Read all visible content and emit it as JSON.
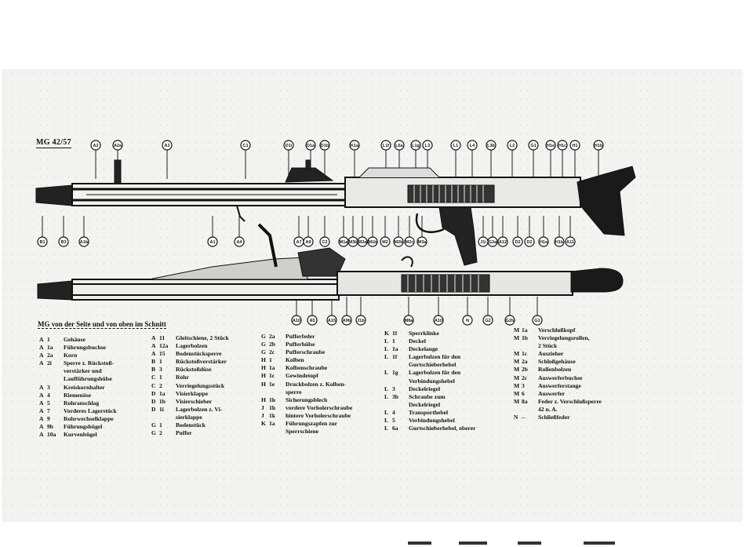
{
  "title": "MG 42/57",
  "section_title": "MG von der Seite und von oben im Schnitt",
  "callouts_top": [
    "A2",
    "A2a",
    "A3",
    "C1",
    "D1i",
    "D1a",
    "D1b",
    "K1a",
    "L1f",
    "L6a",
    "L1g",
    "L3",
    "L1",
    "L4",
    "L3b",
    "L2",
    "G1",
    "H1e",
    "H1c",
    "H1",
    "H1b"
  ],
  "callouts_mid": [
    "B1",
    "B3",
    "A1b",
    "A1",
    "A4",
    "A7",
    "A9",
    "C2",
    "M1a",
    "M3b",
    "M2a",
    "M1b",
    "M2",
    "M2b",
    "M2c",
    "M3a",
    "J1i",
    "G2a",
    "A12",
    "D2",
    "D2",
    "H1a",
    "H1b",
    "A11"
  ],
  "callouts_bottom": [
    "A10",
    "A5",
    "A15",
    "A9b",
    "J1b",
    "M8a",
    "A10",
    "N",
    "G2",
    "G2b",
    "G1"
  ],
  "legend": {
    "col1": [
      {
        "l": "A",
        "n": "1",
        "t": "Gehäuse"
      },
      {
        "l": "A",
        "n": "1a",
        "t": "Führungsbuchse"
      },
      {
        "l": "A",
        "n": "2a",
        "t": "Korn"
      },
      {
        "l": "A",
        "n": "2i",
        "t": "Sperre z. Rückstoß-"
      },
      {
        "l": "",
        "n": "",
        "t": "verstärker und"
      },
      {
        "l": "",
        "n": "",
        "t": "Laufführungshülse"
      },
      {
        "l": "A",
        "n": "3",
        "t": "Kreiskornhalter"
      },
      {
        "l": "A",
        "n": "4",
        "t": "Riemenöse"
      },
      {
        "l": "A",
        "n": "5",
        "t": "Rohranschlag"
      },
      {
        "l": "A",
        "n": "7",
        "t": "Vorderes Lagerstück"
      },
      {
        "l": "A",
        "n": "9",
        "t": "Rohrwechselklappe"
      },
      {
        "l": "A",
        "n": "9b",
        "t": "Führungsbügel"
      },
      {
        "l": "A",
        "n": "10a",
        "t": "Kurvenbügel"
      }
    ],
    "col2": [
      {
        "l": "A",
        "n": "11",
        "t": "Gleitschiene, 2 Stück"
      },
      {
        "l": "A",
        "n": "12a",
        "t": "Lagerbolzen"
      },
      {
        "l": "A",
        "n": "15",
        "t": "Bodenstücksperre"
      },
      {
        "l": "B",
        "n": "1",
        "t": "Rückstoßverstärker"
      },
      {
        "l": "B",
        "n": "3",
        "t": "Rückstoßdüse"
      },
      {
        "l": "C",
        "n": "1",
        "t": "Rohr"
      },
      {
        "l": "C",
        "n": "2",
        "t": "Verriegelungsstück"
      },
      {
        "l": "D",
        "n": "1a",
        "t": "Visierklappe"
      },
      {
        "l": "D",
        "n": "1b",
        "t": "Visierschieber"
      },
      {
        "l": "D",
        "n": "1i",
        "t": "Lagerbolzen z. Vi-"
      },
      {
        "l": "",
        "n": "",
        "t": "sierklappe"
      },
      {
        "l": "G",
        "n": "1",
        "t": "Bodenstück"
      },
      {
        "l": "G",
        "n": "2",
        "t": "Puffer"
      }
    ],
    "col3": [
      {
        "l": "G",
        "n": "2a",
        "t": "Pufferfeder"
      },
      {
        "l": "G",
        "n": "2b",
        "t": "Pufferhülse"
      },
      {
        "l": "G",
        "n": "2c",
        "t": "Pufferschraube"
      },
      {
        "l": "H",
        "n": "1",
        "t": "Kolben"
      },
      {
        "l": "H",
        "n": "1a",
        "t": "Kolbenschraube"
      },
      {
        "l": "H",
        "n": "1c",
        "t": "Gewindetopf"
      },
      {
        "l": "H",
        "n": "1e",
        "t": "Druckbolzen z. Kolben-"
      },
      {
        "l": "",
        "n": "",
        "t": "sperre"
      },
      {
        "l": "H",
        "n": "1h",
        "t": "Sicherungsblech"
      },
      {
        "l": "J",
        "n": "1h",
        "t": "vordere Vorholerschraube"
      },
      {
        "l": "J",
        "n": "1k",
        "t": "hintere Vorholerschraube"
      },
      {
        "l": "K",
        "n": "1a",
        "t": "Führungszapfen zur"
      },
      {
        "l": "",
        "n": "",
        "t": "Sperrschiene"
      }
    ],
    "col4": [
      {
        "l": "K",
        "n": "1f",
        "t": "Sperrklinke"
      },
      {
        "l": "L",
        "n": "1",
        "t": "Deckel"
      },
      {
        "l": "L",
        "n": "1a",
        "t": "Deckelauge"
      },
      {
        "l": "L",
        "n": "1f",
        "t": "Lagerbolzen für den"
      },
      {
        "l": "",
        "n": "",
        "t": "Gurtschieberhebel"
      },
      {
        "l": "L",
        "n": "1g",
        "t": "Lagerbolzen für den"
      },
      {
        "l": "",
        "n": "",
        "t": "Verbindungshebel"
      },
      {
        "l": "L",
        "n": "3",
        "t": "Deckelriegel"
      },
      {
        "l": "L",
        "n": "3b",
        "t": "Schraube zum"
      },
      {
        "l": "",
        "n": "",
        "t": "Deckelriegel"
      },
      {
        "l": "L",
        "n": "4",
        "t": "Transporthebel"
      },
      {
        "l": "L",
        "n": "5",
        "t": "Verbindungshebel"
      },
      {
        "l": "L",
        "n": "6a",
        "t": "Gurtschieberhebel, oberer"
      }
    ],
    "col5": [
      {
        "l": "M",
        "n": "1a",
        "t": "Verschlußkopf"
      },
      {
        "l": "M",
        "n": "1b",
        "t": "Verriegelungsrollen,"
      },
      {
        "l": "",
        "n": "",
        "t": "2 Stück"
      },
      {
        "l": "M",
        "n": "1c",
        "t": "Auszieher"
      },
      {
        "l": "M",
        "n": "2a",
        "t": "Schloßgehäuse"
      },
      {
        "l": "M",
        "n": "2b",
        "t": "Rollenbolzen"
      },
      {
        "l": "M",
        "n": "2c",
        "t": "Auswerferbuchse"
      },
      {
        "l": "M",
        "n": "3",
        "t": "Auswerferstange"
      },
      {
        "l": "M",
        "n": "6",
        "t": "Auswerfer"
      },
      {
        "l": "M",
        "n": "8a",
        "t": "Feder z. Verschlußsperre"
      },
      {
        "l": "",
        "n": "",
        "t": "42 n. A."
      },
      {
        "l": "N",
        "n": "--",
        "t": "Schließfeder"
      }
    ]
  }
}
